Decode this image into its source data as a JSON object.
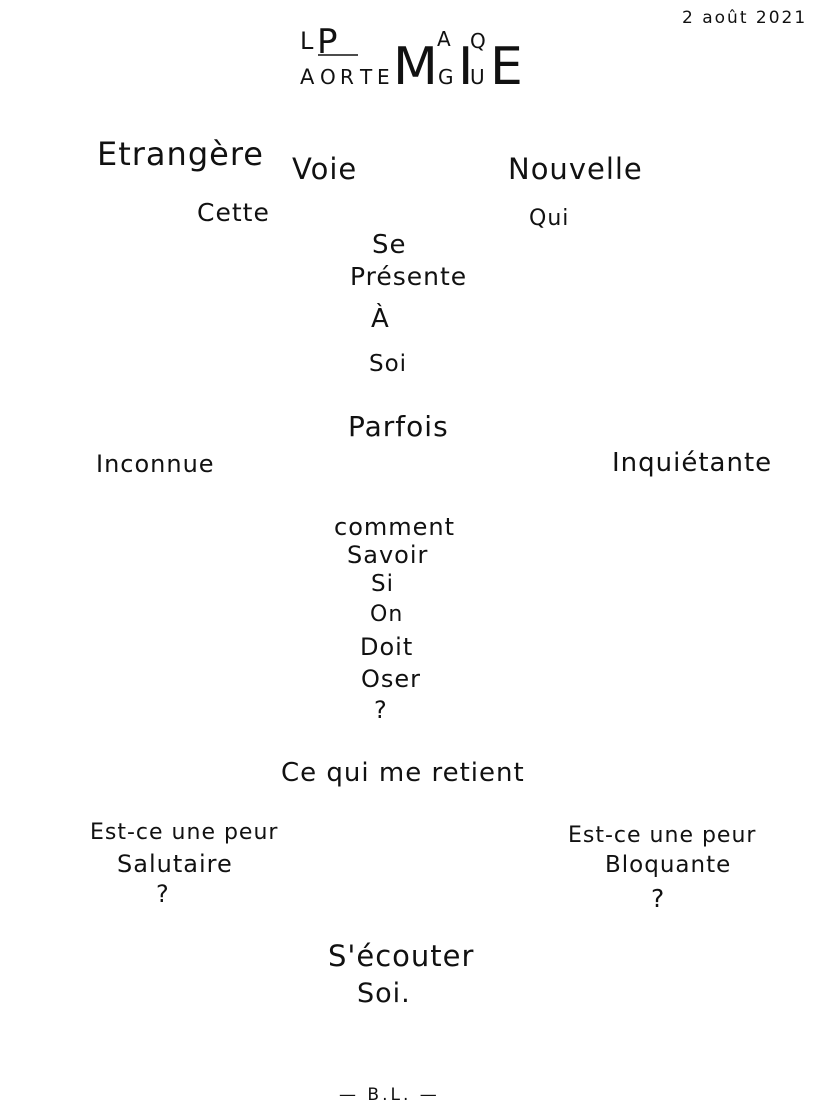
{
  "date": "2 août 2021",
  "title": {
    "text": "LA PORTE MAGIQUE",
    "letters": [
      "L",
      "A",
      "P",
      "O",
      "R",
      "T",
      "E",
      "M",
      "A",
      "G",
      "I",
      "Q",
      "U",
      "E"
    ]
  },
  "words": {
    "etrangere": "Etrangère",
    "voie": "Voie",
    "nouvelle": "Nouvelle",
    "cette": "Cette",
    "qui": "Qui",
    "se": "Se",
    "presente": "Présente",
    "a": "À",
    "soi_1": "Soi",
    "parfois": "Parfois",
    "inconnue": "Inconnue",
    "inquietante": "Inquiétante",
    "comment": "comment",
    "savoir": "Savoir",
    "si": "Si",
    "on": "On",
    "doit": "Doit",
    "oser": "Oser",
    "question_1": "?",
    "retient": "Ce qui me retient",
    "peur_1": "Est-ce une peur",
    "salutaire": "Salutaire",
    "question_2": "?",
    "peur_2": "Est-ce une peur",
    "bloquante": "Bloquante",
    "question_3": "?",
    "ecouter": "S'écouter",
    "soi_2": "Soi."
  },
  "signature": "— B.L. —"
}
